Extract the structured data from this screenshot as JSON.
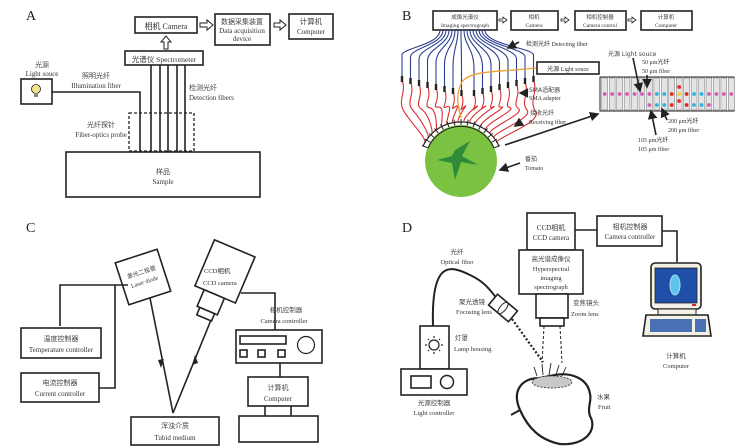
{
  "figure": {
    "panels": {
      "A": {
        "label": "A",
        "camera": "相机 Camera",
        "daq_zh": "数据采集装置",
        "daq_en1": "Data acquisition",
        "daq_en2": "device",
        "computer_zh": "计算机",
        "computer_en": "Computer",
        "spectrometer": "光谱仪 Spectrometer",
        "light_source_zh": "光源",
        "light_source_en": "Light souce",
        "illumination_zh": "照明光纤",
        "illumination_en": "Illumination fiber",
        "detection_zh": "检测光纤",
        "detection_en": "Detection fibers",
        "probe_zh": "光纤探针",
        "probe_en": "Fiber-optics probe",
        "sample_zh": "样品",
        "sample_en": "Sample"
      },
      "B": {
        "label": "B",
        "spectrograph_zh": "成像光谱仪",
        "spectrograph_en": "Imaging spectrograph",
        "camera_zh": "相机",
        "camera_en": "Camera",
        "camctrl_zh": "相机控制器",
        "camctrl_en": "Camera control",
        "computer_zh": "计算机",
        "computer_en": "Computer",
        "detecting_fiber": "检测光纤 Detecting fiber",
        "light_source": "光源 Light souce",
        "sma_zh": "SMA适配器",
        "sma_en": "SMA adapter",
        "receiving_zh": "接收光纤",
        "receiving_en": "Receiving fiber",
        "tomato_zh": "番茄",
        "tomato_en": "Tomato",
        "array_light": "光源 Light souce",
        "fiber50_zh": "50 μm光纤",
        "fiber50_en": "50 μm fiber",
        "fiber200_zh": "200 μm光纤",
        "fiber200_en": "200 μm fiber",
        "fiber105_zh": "105 μm光纤",
        "fiber105_en": "105 μm fiber",
        "colors": {
          "detecting": "#2b3f8f",
          "receiving": "#d93030",
          "light": "#f0a030",
          "tomato": "#7cc242",
          "stem": "#2e8b3a",
          "dot_magenta": "#d45ab8",
          "dot_cyan": "#29b6e0",
          "dot_red": "#e02a2a",
          "dot_yellow": "#f2d22e"
        }
      },
      "C": {
        "label": "C",
        "laser_zh": "激光二极管",
        "laser_en": "Laser diode",
        "ccd_zh": "CCD相机",
        "ccd_en": "CCD camera",
        "camctrl_zh": "相机控制器",
        "camctrl_en": "Camera controller",
        "temp_zh": "温度控制器",
        "temp_en": "Temperature controller",
        "current_zh": "电流控制器",
        "current_en": "Current controller",
        "computer_zh": "计算机",
        "computer_en": "Computer",
        "medium_zh": "浑浊介质",
        "medium_en": "Tubid medium"
      },
      "D": {
        "label": "D",
        "ccd_zh": "CCD相机",
        "ccd_en": "CCD camera",
        "camctrl_zh": "相机控制器",
        "camctrl_en": "Camera controller",
        "hyper_zh": "高光谱成像仪",
        "hyper_en1": "Hyperspectral",
        "hyper_en2": "imaging",
        "hyper_en3": "spectrograph",
        "optical_zh": "光纤",
        "optical_en": "Optical fiber",
        "focus_zh": "聚光透镜",
        "focus_en": "Focusing lens",
        "zoom_zh": "变焦镜头",
        "zoom_en": "Zoom lens",
        "lamp_zh": "灯罩",
        "lamp_en": "Lamp housing",
        "lightctrl_zh": "光源控制器",
        "lightctrl_en": "Light controller",
        "fruit_zh": "水果",
        "fruit_en": "Fruit",
        "computer_zh": "计算机",
        "computer_en": "Computer",
        "colors": {
          "screen": "#1f4fa8",
          "screen_glow": "#5fc3ec",
          "fruit_spot": "#c8c8c8"
        }
      }
    }
  }
}
